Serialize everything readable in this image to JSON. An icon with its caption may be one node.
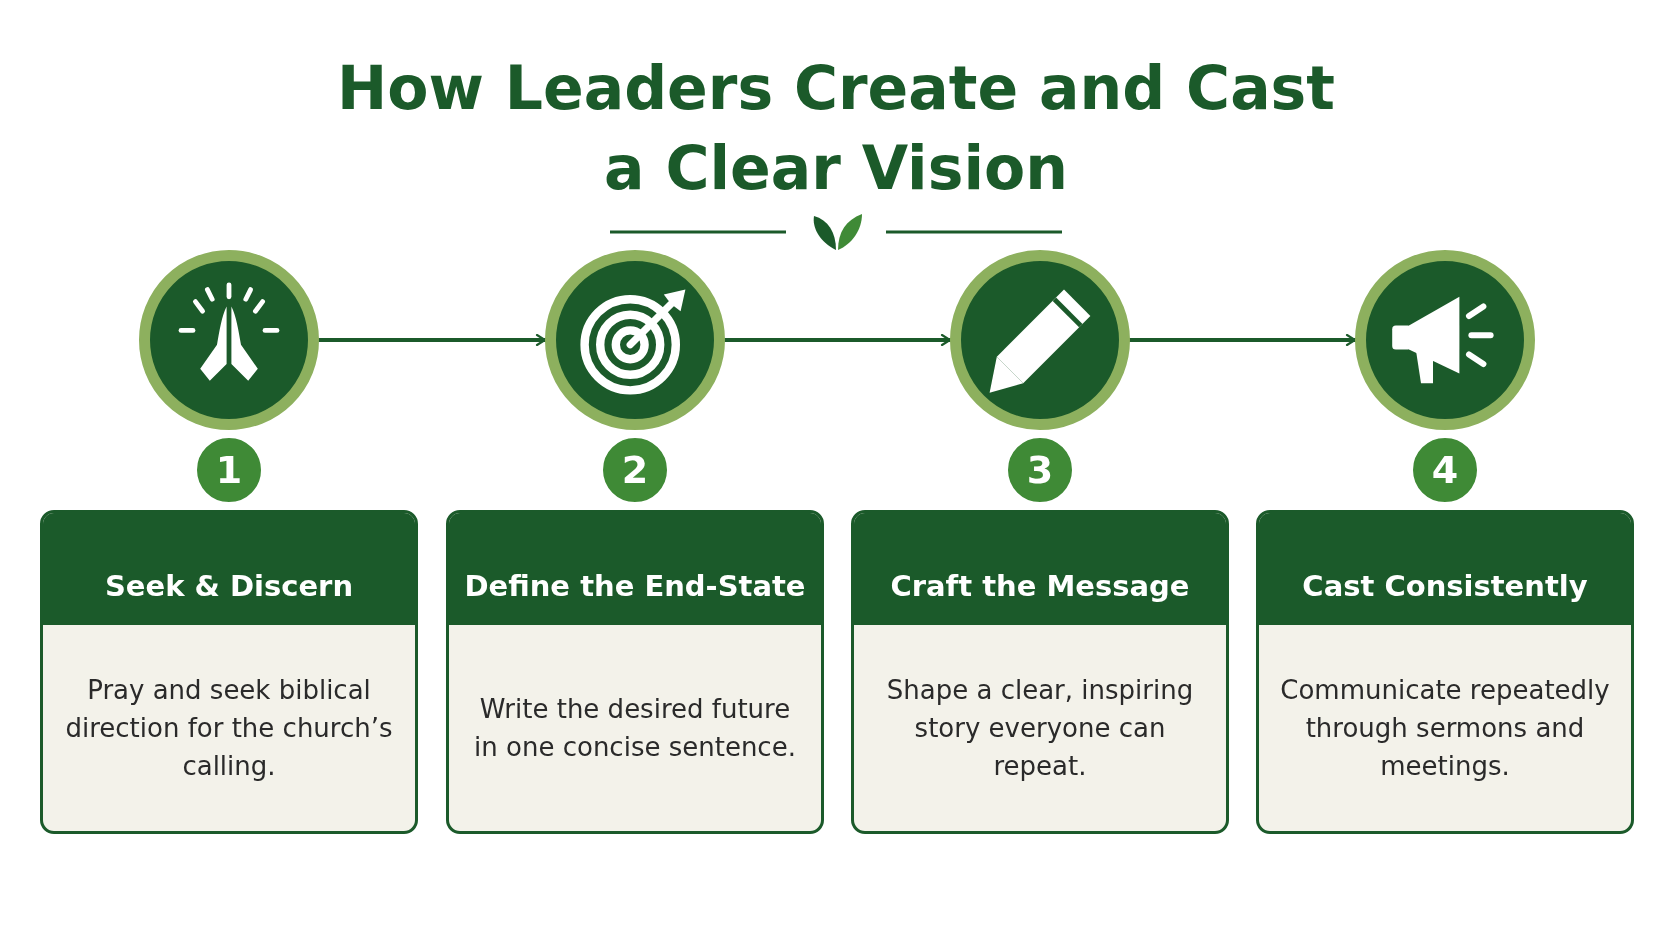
{
  "diagram": {
    "title": "How Leaders Create and Cast a Clear Vision",
    "nodes": [
      {
        "text": [],
        "shape": "circle"
      },
      {
        "text": [
          "1"
        ]
      },
      {
        "text": [
          "Seek & Discern",
          "Pray and seek biblical direction for the church’s calling."
        ]
      },
      {
        "text": [],
        "shape": "circle"
      },
      {
        "text": [
          "2"
        ]
      },
      {
        "text": [
          "Define the End-State",
          "Write the desired future in one concise sentence."
        ]
      },
      {
        "text": [],
        "shape": "circle"
      },
      {
        "text": [
          "3"
        ]
      },
      {
        "text": [
          "Craft the Message",
          "Shape a clear, inspiring story everyone can repeat."
        ]
      },
      {
        "text": [],
        "shape": "circle"
      },
      {
        "text": [
          "4"
        ]
      },
      {
        "text": [
          "Cast Consistently",
          "Communicate repeatedly through sermons and meetings."
        ]
      }
    ],
    "edges": [
      {
        "from": 0,
        "to": 3,
        "arrow": "to"
      },
      {
        "from": 3,
        "to": 6,
        "arrow": "to"
      },
      {
        "from": 6,
        "to": 9,
        "arrow": "to"
      }
    ]
  }
}
